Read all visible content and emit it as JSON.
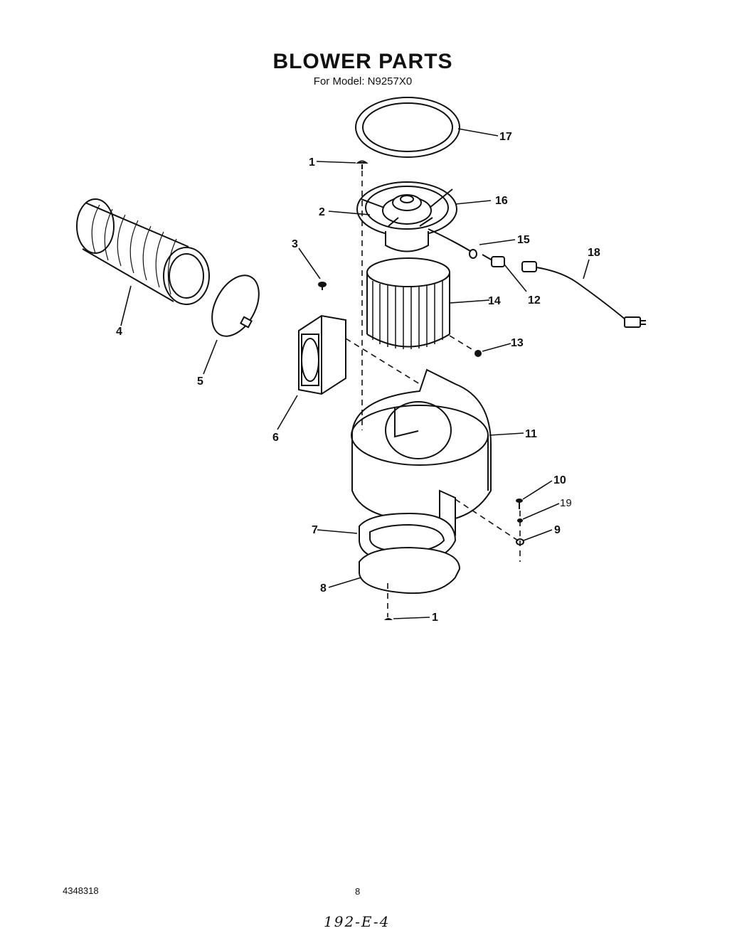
{
  "header": {
    "title": "BLOWER PARTS",
    "subtitle": "For Model: N9257X0"
  },
  "parts": [
    {
      "key": "p1a",
      "label": "1",
      "depicts": "screw"
    },
    {
      "key": "p2",
      "label": "2",
      "depicts": "motor"
    },
    {
      "key": "p3",
      "label": "3",
      "depicts": "screw"
    },
    {
      "key": "p4",
      "label": "4",
      "depicts": "exhaust hose"
    },
    {
      "key": "p5",
      "label": "5",
      "depicts": "clamp"
    },
    {
      "key": "p6",
      "label": "6",
      "depicts": "adapter"
    },
    {
      "key": "p7",
      "label": "7",
      "depicts": "gasket"
    },
    {
      "key": "p8",
      "label": "8",
      "depicts": "cover plate"
    },
    {
      "key": "p9",
      "label": "9",
      "depicts": "nut"
    },
    {
      "key": "p10",
      "label": "10",
      "depicts": "screw"
    },
    {
      "key": "p11",
      "label": "11",
      "depicts": "blower housing"
    },
    {
      "key": "p12",
      "label": "12",
      "depicts": "connector"
    },
    {
      "key": "p13",
      "label": "13",
      "depicts": "nut"
    },
    {
      "key": "p14",
      "label": "14",
      "depicts": "blower wheel"
    },
    {
      "key": "p15",
      "label": "15",
      "depicts": "grommet"
    },
    {
      "key": "p16",
      "label": "16",
      "depicts": "motor bracket"
    },
    {
      "key": "p17",
      "label": "17",
      "depicts": "gasket ring"
    },
    {
      "key": "p18",
      "label": "18",
      "depicts": "wire harness"
    },
    {
      "key": "p19",
      "label": "19",
      "depicts": "lock washer"
    },
    {
      "key": "p1b",
      "label": "1",
      "depicts": "screw"
    }
  ],
  "labels": {
    "p1a": "1",
    "p2": "2",
    "p3": "3",
    "p4": "4",
    "p5": "5",
    "p6": "6",
    "p7": "7",
    "p8": "8",
    "p9": "9",
    "p10": "10",
    "p11": "11",
    "p12": "12",
    "p13": "13",
    "p14": "14",
    "p15": "15",
    "p16": "16",
    "p17": "17",
    "p18": "18",
    "p19": "19",
    "p1b": "1"
  },
  "footer": {
    "part_number": "4348318",
    "page_number": "8",
    "handwritten_note": "192-E-4"
  }
}
